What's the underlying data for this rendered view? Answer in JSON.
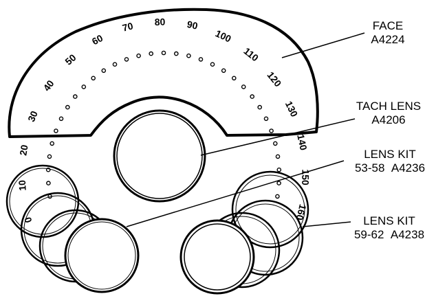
{
  "gauge": {
    "scale_numbers": [
      "0",
      "10",
      "20",
      "30",
      "40",
      "50",
      "60",
      "70",
      "80",
      "90",
      "100",
      "110",
      "120",
      "130",
      "140",
      "150",
      "160"
    ]
  },
  "callouts": {
    "face": {
      "name": "FACE",
      "part": "A4224"
    },
    "tach_lens": {
      "name": "TACH LENS",
      "part": "A4206"
    },
    "lens_kit_1": {
      "name": "LENS KIT",
      "years": "53-58",
      "part": "A4236"
    },
    "lens_kit_2": {
      "name": "LENS KIT",
      "years": "59-62",
      "part": "A4238"
    }
  },
  "colors": {
    "ink": "#000000",
    "paper": "#ffffff"
  }
}
